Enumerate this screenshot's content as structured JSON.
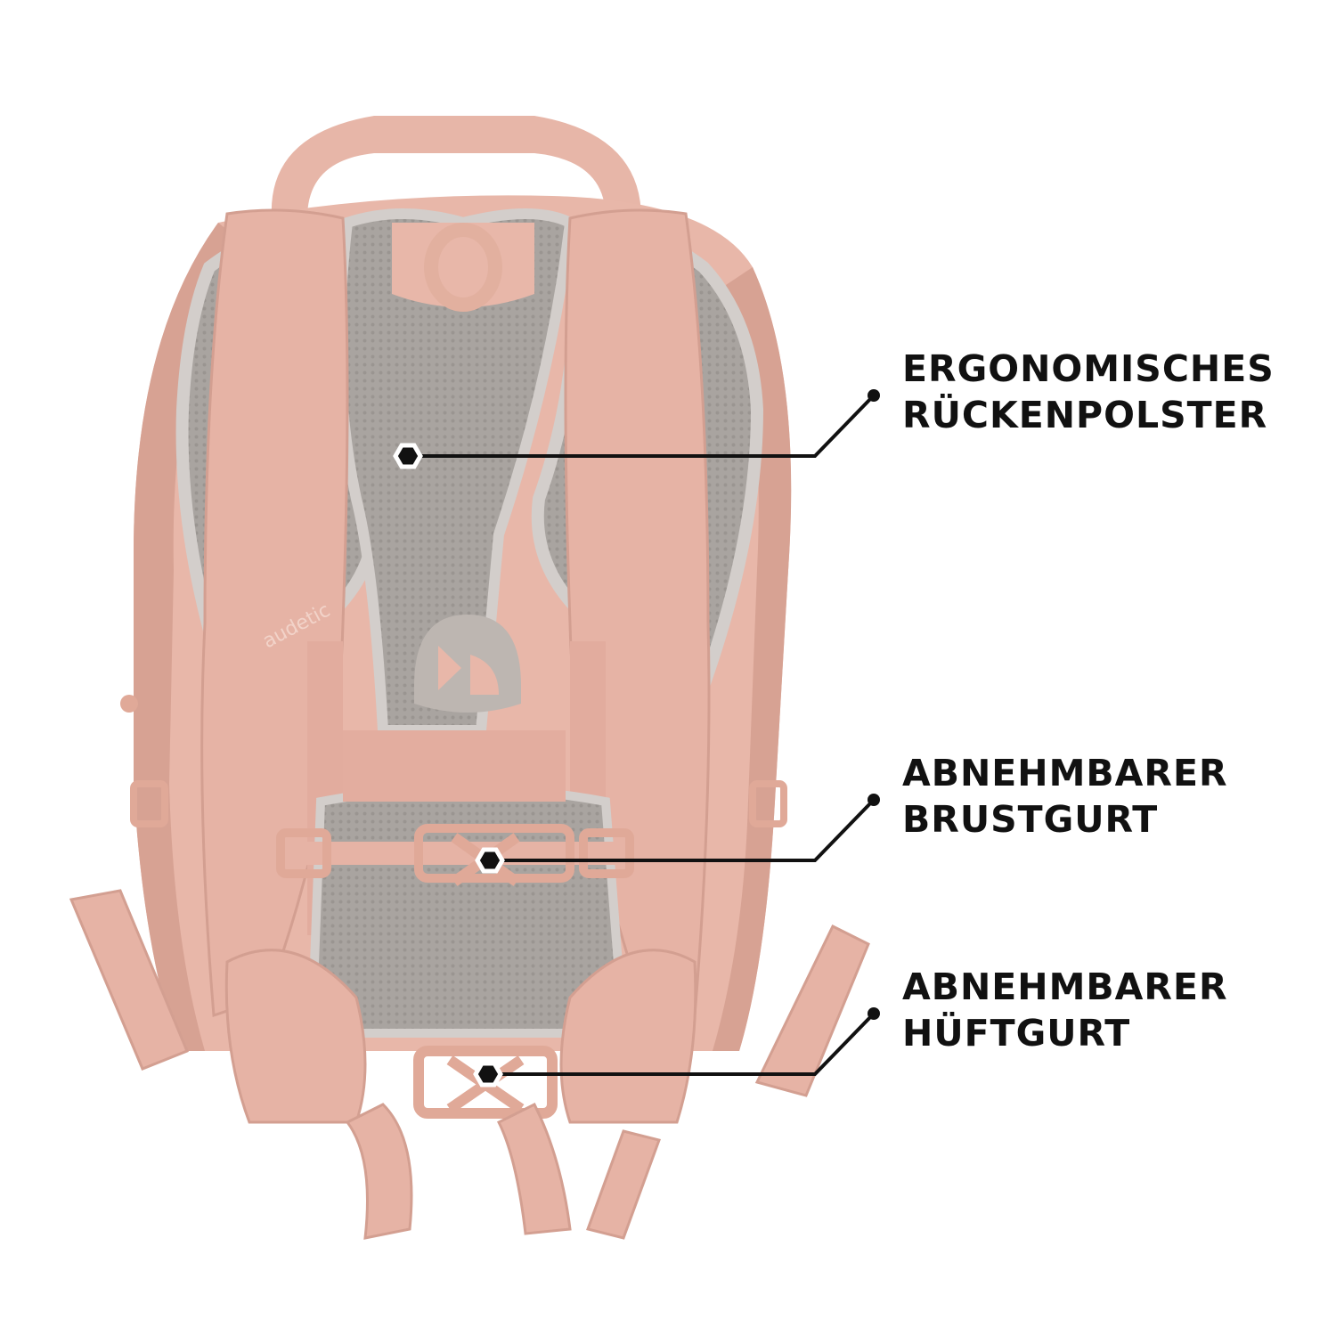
{
  "product": {
    "brand_mark": "audetic",
    "colors": {
      "fabric": "#e8b7a9",
      "fabric_shadow": "#d39e90",
      "mesh": "#a8a39f",
      "mesh_edge": "#cfcac6",
      "buckle": "#e2b09f",
      "marker": "#111111"
    }
  },
  "callouts": [
    {
      "line1": "ERGONOMISCHES",
      "line2": "RÜCKENPOLSTER"
    },
    {
      "line1": "ABNEHMBARER",
      "line2": "BRUSTGURT"
    },
    {
      "line1": "ABNEHMBARER",
      "line2": "HÜFTGURT"
    }
  ]
}
